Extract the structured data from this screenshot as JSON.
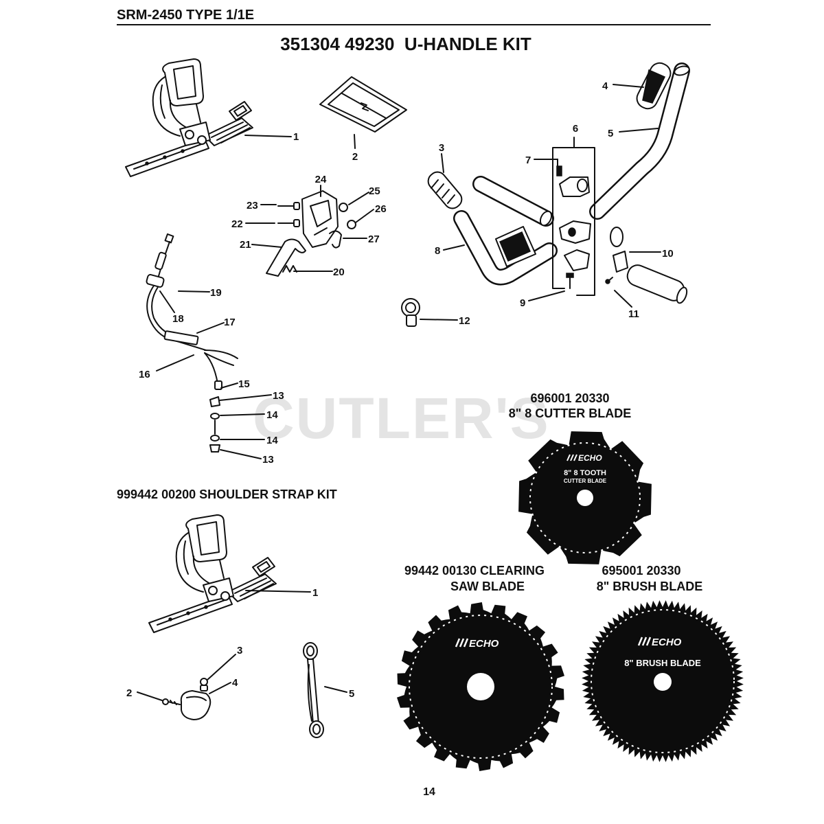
{
  "header": {
    "title": "SRM-2450 TYPE 1/1E"
  },
  "watermark": "CUTLER'S",
  "uhandle_kit": {
    "title": "351304 49230  U-HANDLE KIT",
    "callouts": [
      "1",
      "2",
      "3",
      "4",
      "5",
      "6",
      "7",
      "8",
      "9",
      "10",
      "11",
      "12",
      "13",
      "14",
      "14",
      "13",
      "15",
      "16",
      "17",
      "18",
      "19",
      "20",
      "21",
      "22",
      "23",
      "24",
      "25",
      "26",
      "27"
    ]
  },
  "shoulder_strap_kit": {
    "title": "999442 00200 SHOULDER STRAP KIT",
    "callouts": [
      "1",
      "2",
      "3",
      "4",
      "5"
    ]
  },
  "blades": {
    "cutter": {
      "part": "696001 20330",
      "name": "8\" 8 CUTTER BLADE",
      "brand": "ECHO",
      "face_line1": "8\" 8 TOOTH",
      "face_line2": "CUTTER BLADE"
    },
    "saw": {
      "part_line1": "99442 00130 CLEARING",
      "part_line2": "SAW BLADE",
      "brand": "ECHO"
    },
    "brush": {
      "part": "695001 20330",
      "name": "8\" BRUSH BLADE",
      "brand": "ECHO",
      "face": "8\" BRUSH BLADE"
    }
  },
  "page_number": "14"
}
